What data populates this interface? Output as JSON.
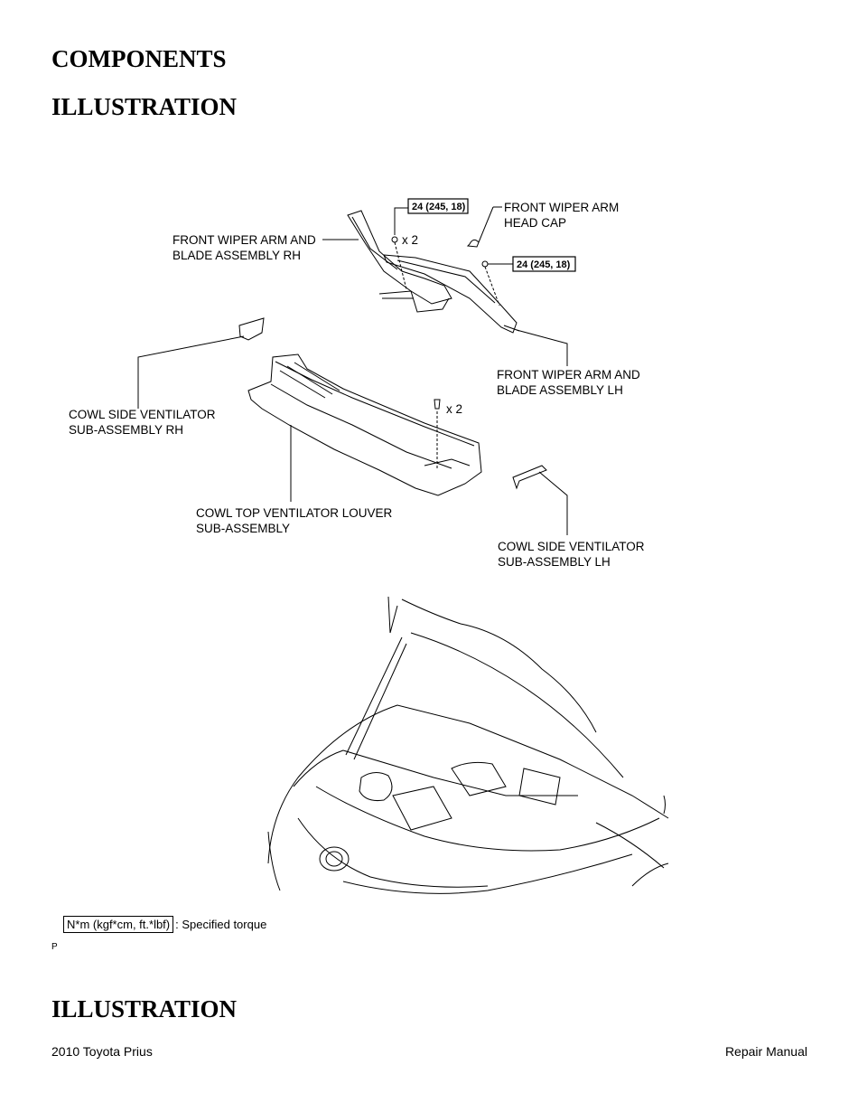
{
  "headings": {
    "components": "COMPONENTS",
    "illustration_1": "ILLUSTRATION",
    "illustration_2": "ILLUSTRATION"
  },
  "figure": {
    "labels": {
      "wiper_rh_1": "FRONT WIPER ARM AND",
      "wiper_rh_2": "BLADE ASSEMBLY RH",
      "head_cap_1": "FRONT WIPER ARM",
      "head_cap_2": "HEAD CAP",
      "wiper_lh_1": "FRONT WIPER ARM AND",
      "wiper_lh_2": "BLADE ASSEMBLY LH",
      "cowl_rh_1": "COWL SIDE VENTILATOR",
      "cowl_rh_2": "SUB-ASSEMBLY RH",
      "louver_1": "COWL TOP VENTILATOR LOUVER",
      "louver_2": "SUB-ASSEMBLY",
      "cowl_lh_1": "COWL SIDE VENTILATOR",
      "cowl_lh_2": "SUB-ASSEMBLY LH"
    },
    "torque_1": "24 (245, 18)",
    "torque_2": "24 (245, 18)",
    "qty_1": "x 2",
    "qty_2": "x 2"
  },
  "legend": {
    "box": "N*m (kgf*cm, ft.*lbf)",
    "text": ": Specified torque",
    "code": "P"
  },
  "footer": {
    "left": "2010 Toyota Prius",
    "right": "Repair Manual"
  }
}
